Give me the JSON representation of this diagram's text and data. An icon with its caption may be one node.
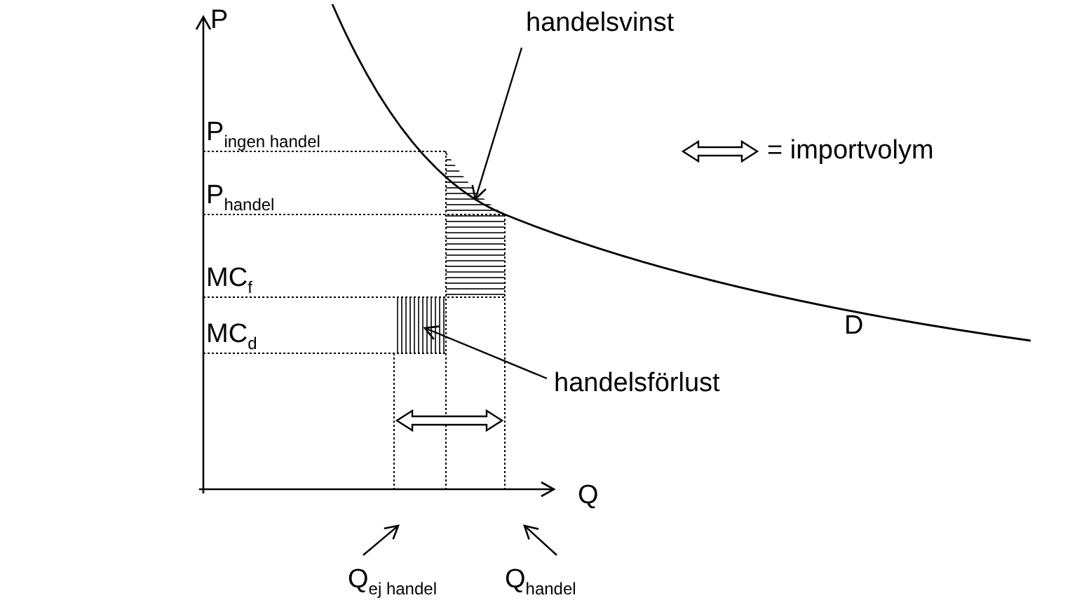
{
  "diagram": {
    "nodes": [
      {
        "text": [
          "handelsvinst"
        ]
      },
      {
        "text": [],
        "shape": "box"
      },
      {
        "text": [
          "handelsförlust"
        ]
      },
      {
        "text": [],
        "shape": "box"
      },
      {
        "text": [
          "Q$_{ej handel}$"
        ]
      },
      {
        "text": [
          "Q$_{handel}$"
        ]
      }
    ],
    "edges": [
      {
        "from": 0,
        "to": 1,
        "arrow": "to"
      },
      {
        "from": 2,
        "to": 3,
        "arrow": "to"
      },
      {
        "from": 4,
        "to": null,
        "arrow": "to"
      },
      {
        "from": 5,
        "to": null,
        "arrow": "to"
      }
    ],
    "labels": [
      "P",
      "P$_{ingen handel}$",
      "P$_{handel}$",
      "MC$_{f}$",
      "MC$_{d}$",
      "D",
      "Q"
    ],
    "legend": [
      {
        "text": "= importvolym"
      }
    ]
  }
}
